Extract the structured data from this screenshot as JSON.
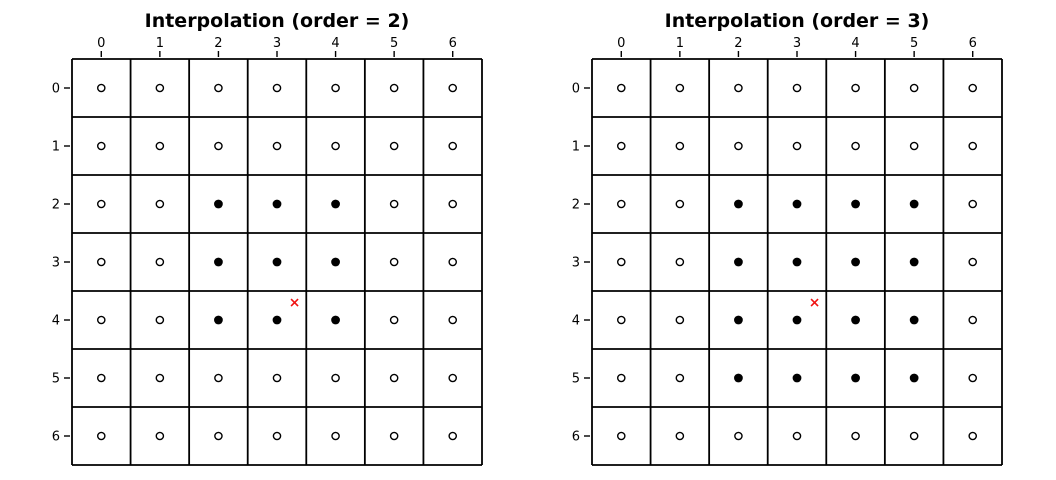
{
  "figure": {
    "background_color": "#ffffff",
    "grid_color": "#000000",
    "open_marker_fill": "#ffffff",
    "open_marker_stroke": "#000000",
    "filled_marker_color": "#000000",
    "cross_color": "#f01212"
  },
  "chart_data": [
    {
      "type": "scatter",
      "title": "Interpolation (order = 2)",
      "x_tick_labels": [
        "0",
        "1",
        "2",
        "3",
        "4",
        "5",
        "6"
      ],
      "y_tick_labels": [
        "0",
        "1",
        "2",
        "3",
        "4",
        "5",
        "6"
      ],
      "rows": 7,
      "cols": 7,
      "xlim": [
        -0.5,
        6.5
      ],
      "ylim": [
        6.5,
        -0.5
      ],
      "grid": true,
      "tick_positions": "top-and-left",
      "open_cells": "all cells except filled_cells",
      "filled_cells": [
        [
          2,
          2
        ],
        [
          2,
          3
        ],
        [
          2,
          4
        ],
        [
          3,
          2
        ],
        [
          3,
          3
        ],
        [
          3,
          4
        ],
        [
          4,
          2
        ],
        [
          4,
          3
        ],
        [
          4,
          4
        ]
      ],
      "cross_point": {
        "x": 3.3,
        "y": 3.7
      }
    },
    {
      "type": "scatter",
      "title": "Interpolation (order = 3)",
      "x_tick_labels": [
        "0",
        "1",
        "2",
        "3",
        "4",
        "5",
        "6"
      ],
      "y_tick_labels": [
        "0",
        "1",
        "2",
        "3",
        "4",
        "5",
        "6"
      ],
      "rows": 7,
      "cols": 7,
      "xlim": [
        -0.5,
        6.5
      ],
      "ylim": [
        6.5,
        -0.5
      ],
      "grid": true,
      "tick_positions": "top-and-left",
      "open_cells": "all cells except filled_cells",
      "filled_cells": [
        [
          2,
          2
        ],
        [
          2,
          3
        ],
        [
          2,
          4
        ],
        [
          2,
          5
        ],
        [
          3,
          2
        ],
        [
          3,
          3
        ],
        [
          3,
          4
        ],
        [
          3,
          5
        ],
        [
          4,
          2
        ],
        [
          4,
          3
        ],
        [
          4,
          4
        ],
        [
          4,
          5
        ],
        [
          5,
          2
        ],
        [
          5,
          3
        ],
        [
          5,
          4
        ],
        [
          5,
          5
        ]
      ],
      "cross_point": {
        "x": 3.3,
        "y": 3.7
      }
    }
  ]
}
